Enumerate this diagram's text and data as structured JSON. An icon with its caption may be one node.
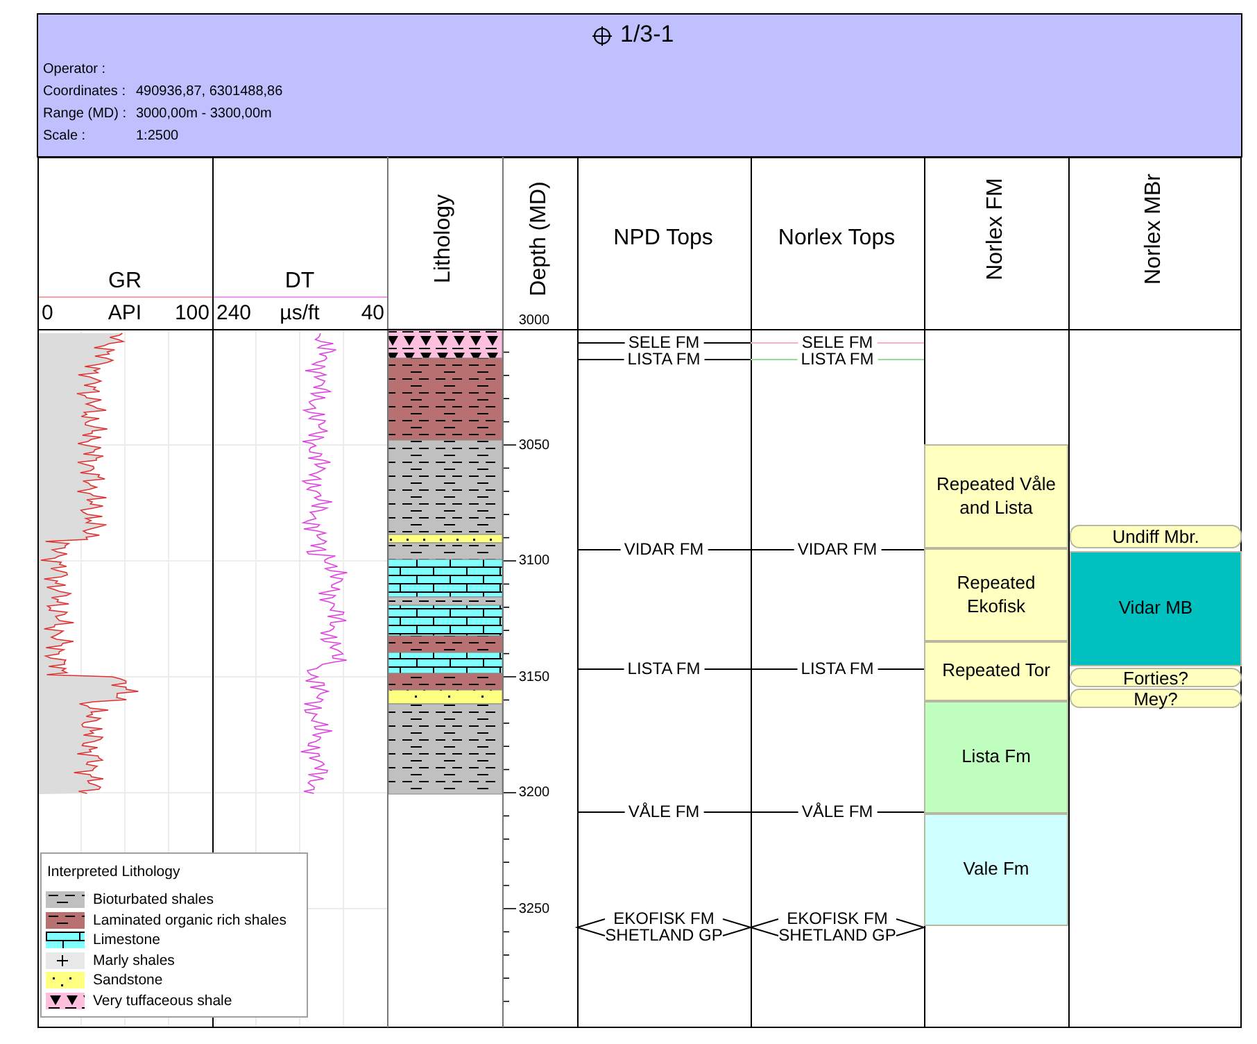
{
  "diagram": {
    "title": "1/3-1",
    "nodes": [
      {
        "text": [
          "Repeated Våle and Lista"
        ]
      },
      {
        "text": [
          "Repeated Ekofisk"
        ]
      },
      {
        "text": [
          "Repeated Tor"
        ]
      },
      {
        "text": [
          "Lista Fm"
        ]
      },
      {
        "text": [
          "Vale Fm"
        ]
      },
      {
        "text": [
          "Undiff Mbr."
        ]
      },
      {
        "text": [
          "Vidar MB"
        ]
      },
      {
        "text": [
          "Forties?"
        ]
      },
      {
        "text": [
          "Mey?"
        ]
      }
    ],
    "labels": [
      "Operator :",
      "Coordinates :",
      "490936,87, 6301488,86",
      "Range (MD) :",
      "3000,00m - 3300,00m",
      "Scale :",
      "1:2500",
      "GR",
      "0",
      "API",
      "100",
      "DT",
      "240",
      "µs/ft",
      "40",
      "Lithology",
      "Depth (MD)",
      "NPD Tops",
      "Norlex Tops",
      "Norlex FM",
      "Norlex MBr",
      "3000",
      "3050",
      "3100",
      "3150",
      "3200",
      "3250",
      "SELE FM",
      "SELE FM",
      "LISTA FM",
      "LISTA FM",
      "VIDAR FM",
      "VIDAR FM",
      "LISTA FM",
      "LISTA FM",
      "VÅLE FM",
      "VÅLE FM",
      "EKOFISK FM",
      "EKOFISK FM",
      "SHETLAND GP",
      "SHETLAND GP",
      "Interpreted Lithology"
    ],
    "legend": [
      {
        "text": "Bioturbated shales",
        "color": "#c0c0c0"
      },
      {
        "text": "Laminated organic rich shales",
        "color": "#b87070"
      },
      {
        "text": "Limestone",
        "color": "#80ffff"
      },
      {
        "text": "Marly shales",
        "color": "#e8e8e8"
      },
      {
        "text": "Sandstone",
        "color": "#ffff80"
      },
      {
        "text": "Very tuffaceous shale",
        "color": "#ffc0e0"
      }
    ]
  }
}
